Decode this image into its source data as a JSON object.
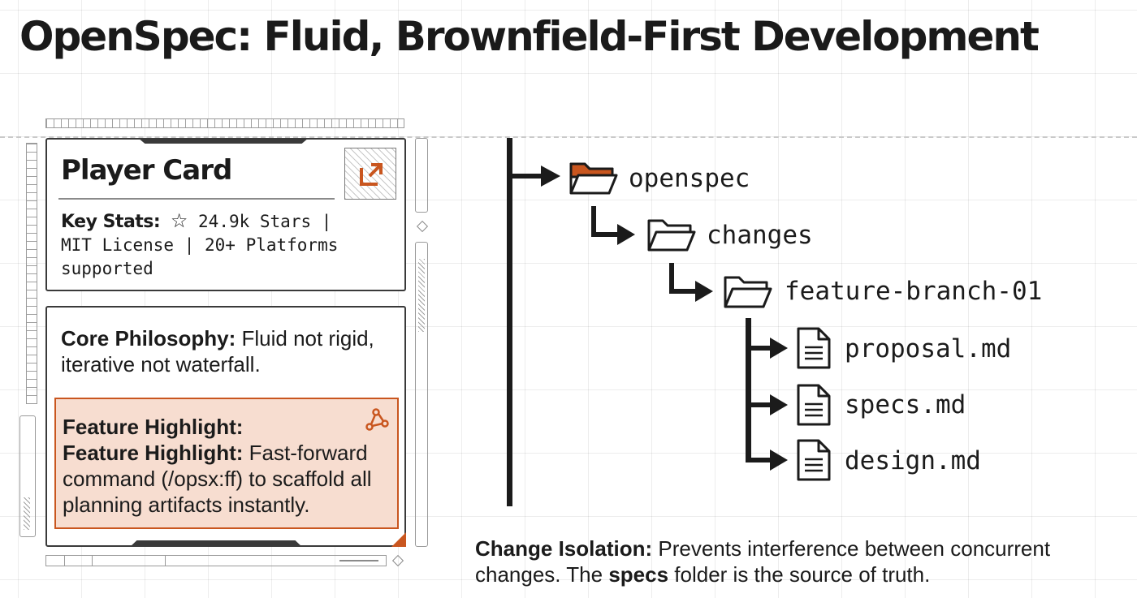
{
  "title": "OpenSpec: Fluid, Brownfield-First Development",
  "player_card": {
    "heading": "Player Card",
    "badge_icon": "expand-arrow-icon",
    "key_stats_label": "Key Stats:",
    "star_icon": "☆",
    "key_stats_line1": "24.9k Stars |",
    "key_stats_line2": "MIT License | 20+ Platforms",
    "key_stats_line3": "supported"
  },
  "philosophy": {
    "label": "Core Philosophy:",
    "text": "Fluid not rigid, iterative not waterfall."
  },
  "feature_highlight": {
    "heading": "Feature Highlight:",
    "label": "Feature Highlight:",
    "text": "Fast-forward command (/opsx:ff) to scaffold all planning artifacts instantly.",
    "icon": "branch-node-icon"
  },
  "tree": {
    "root": "openspec",
    "changes": "changes",
    "branch": "feature-branch-01",
    "files": [
      "proposal.md",
      "specs.md",
      "design.md"
    ]
  },
  "caption": {
    "label": "Change Isolation:",
    "text_before": "Prevents interference between concurrent changes. The",
    "bold_word": "specs",
    "text_after": "folder is the source of truth."
  },
  "colors": {
    "accent": "#c9561f",
    "highlight_bg": "#f7ddd0",
    "ink": "#1b1b1b"
  }
}
